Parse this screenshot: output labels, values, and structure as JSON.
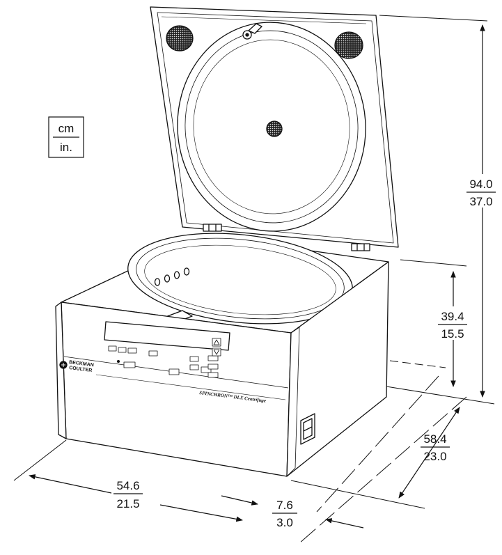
{
  "legend": {
    "top": "cm",
    "bottom": "in."
  },
  "dimensions": {
    "total_height": {
      "cm": "94.0",
      "in": "37.0"
    },
    "body_height": {
      "cm": "39.4",
      "in": "15.5"
    },
    "depth": {
      "cm": "58.4",
      "in": "23.0"
    },
    "width": {
      "cm": "54.6",
      "in": "21.5"
    },
    "clearance": {
      "cm": "7.6",
      "in": "3.0"
    }
  },
  "device": {
    "brand_line1": "BECKMAN",
    "brand_line2": "COULTER",
    "model_label": "SPINCHRON™ DLX Centrifuge"
  },
  "colors": {
    "line": "#111111",
    "background": "#ffffff"
  }
}
